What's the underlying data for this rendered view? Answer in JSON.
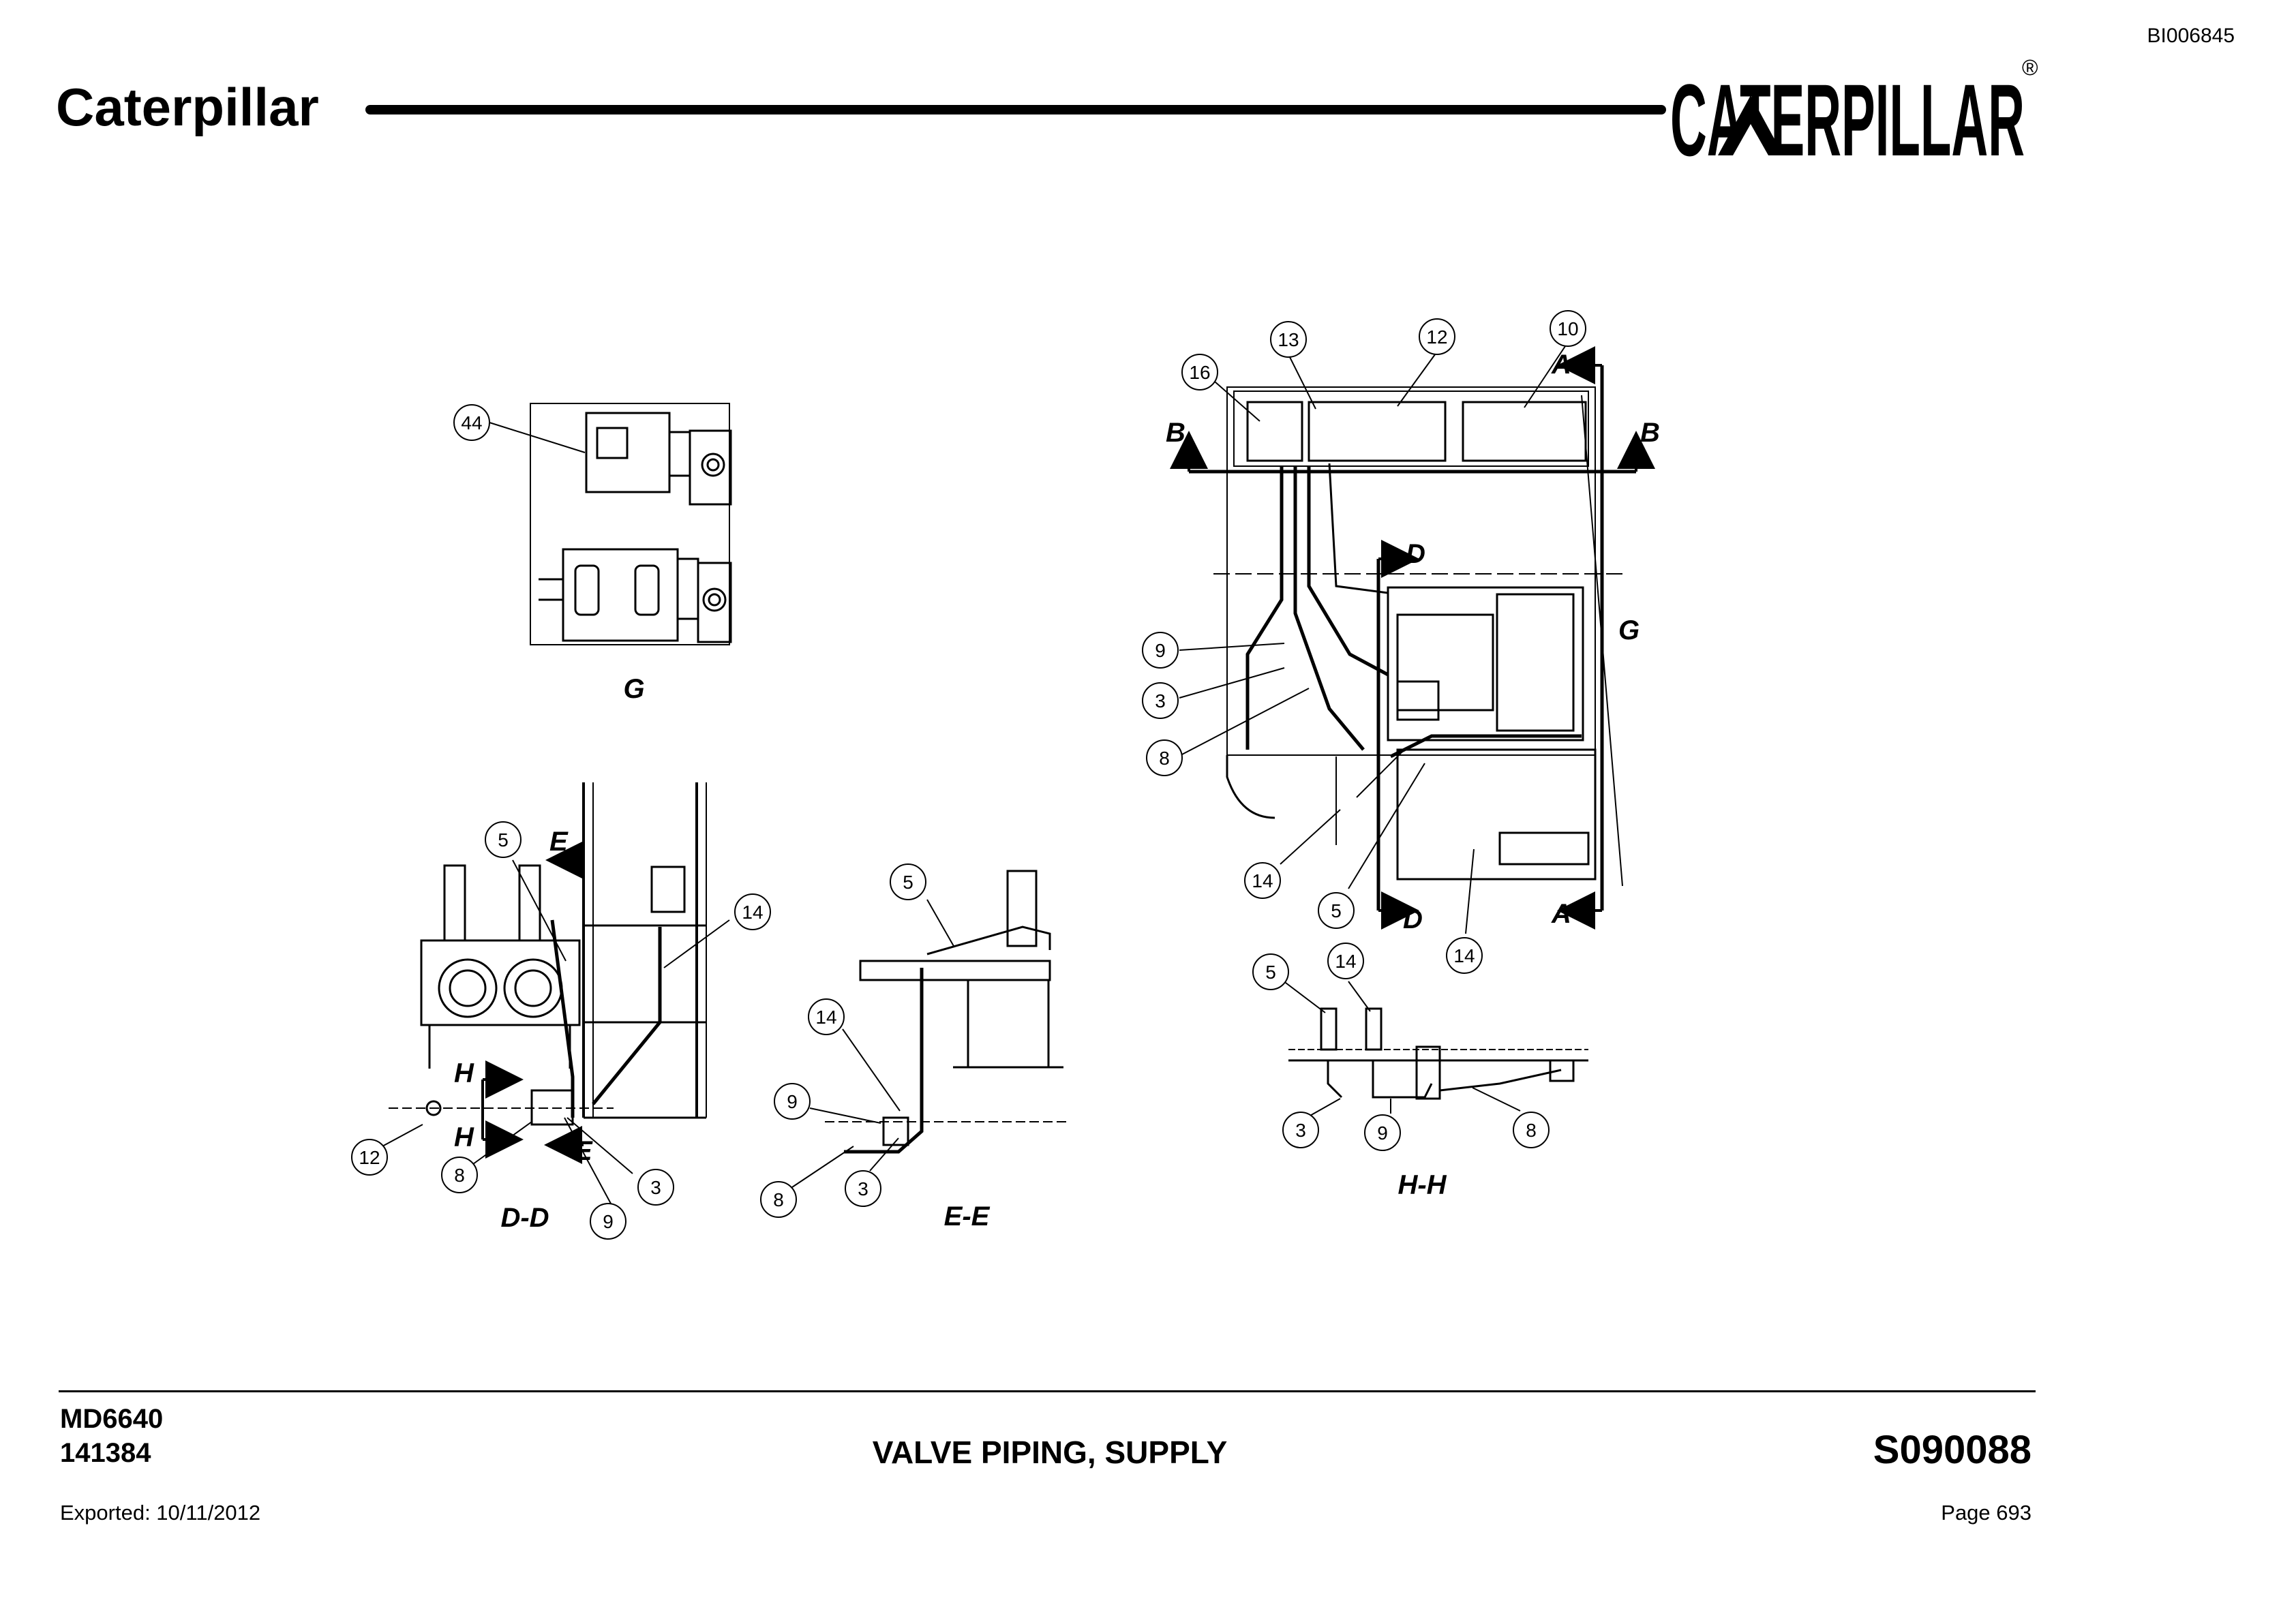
{
  "header": {
    "doc_id": "BI006845",
    "brand": "Caterpillar",
    "logo_text": "CATERPILLAR",
    "logo_mark": "®"
  },
  "footer": {
    "model": "MD6640",
    "serial": "141384",
    "title": "VALVE PIPING, SUPPLY",
    "part_number": "S090088",
    "exported": "Exported: 10/11/2012",
    "page": "Page 693"
  },
  "views": {
    "g": "G",
    "dd": "D-D",
    "ee": "E-E",
    "hh": "H-H"
  },
  "section_marks": {
    "a": "A",
    "b": "B",
    "d": "D",
    "e": "E",
    "g": "G",
    "h": "H"
  },
  "callouts": {
    "n44": "44",
    "n16": "16",
    "n13": "13",
    "n12": "12",
    "n10": "10",
    "n9": "9",
    "n3": "3",
    "n8": "8",
    "n14": "14",
    "n5": "5"
  },
  "colors": {
    "ink": "#000000",
    "paper": "#ffffff"
  }
}
